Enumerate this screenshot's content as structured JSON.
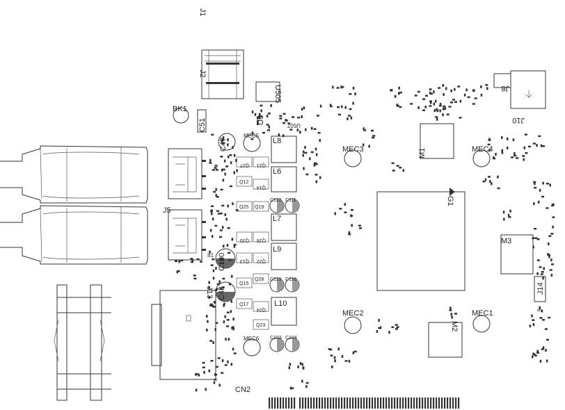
{
  "connectors": {
    "j1": "J1",
    "j2": "J2",
    "j5": "J5",
    "j8": "J8",
    "j10": "J10",
    "j13": "J13",
    "j14": "J14",
    "cn2": "CN2"
  },
  "capacitors": {
    "c51": "C51",
    "c47": "C47",
    "c160": "C160",
    "c48": "C48",
    "c112": "C112",
    "c111": "C111",
    "c113": "C113",
    "c110": "C110",
    "c103": "C103",
    "c104": "C104"
  },
  "mounting_holes": {
    "mec1": "MEC1",
    "mec2": "MEC2",
    "mec3": "MEC3",
    "mec4": "MEC4",
    "mec5": "MEC5",
    "mec6": "MEC6",
    "bk1": "BK1"
  },
  "inductors": {
    "l6": "L6",
    "l7": "L7",
    "l8": "L8",
    "l9": "L9",
    "l10": "L10"
  },
  "transistors": {
    "q12": "Q12",
    "q13": "Q13",
    "q14": "Q14",
    "q15": "Q15",
    "q17": "Q17",
    "q19": "Q19",
    "q20": "Q20",
    "q21": "Q21",
    "q22": "Q22",
    "q23": "Q23",
    "q24": "Q24",
    "q25": "Q25",
    "q26": "Q26",
    "q27": "Q27",
    "q28": "Q28"
  },
  "ics": {
    "u6": "U6",
    "u505": "U505",
    "u507": "U507"
  },
  "modules": {
    "m1": "M1",
    "m2": "M2",
    "m3": "M3",
    "g1": "G1"
  },
  "text_fragments": {
    "frag_81": "81",
    "frag_6": "6"
  }
}
